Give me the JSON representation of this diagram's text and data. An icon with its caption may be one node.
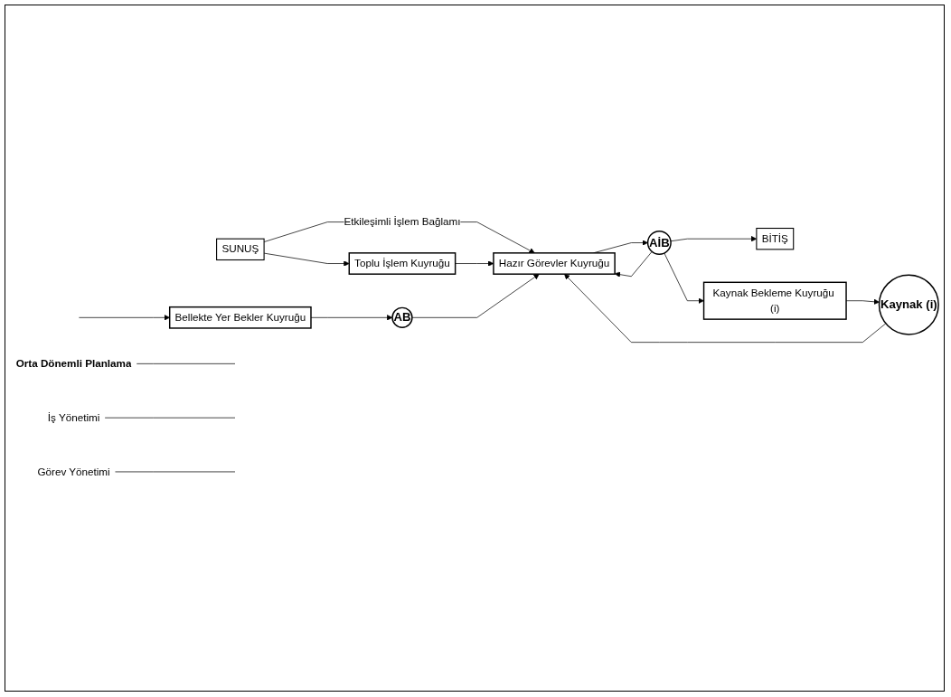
{
  "diagram": {
    "nodes": [
      {
        "text": [
          "SUNUŞ"
        ]
      },
      {
        "text": [
          "BİTİŞ"
        ]
      },
      {
        "text": [
          "Toplu İşlem Kuyruğu"
        ]
      },
      {
        "text": [
          "Orta Dönemli Planlama"
        ]
      },
      {
        "text": [
          "Bellekte Yer Bekler Kuyruğu"
        ]
      },
      {
        "text": [
          "AB"
        ]
      },
      {
        "text": [
          "Hazır Görevler Kuyruğu"
        ]
      },
      {
        "text": [
          "AİB"
        ]
      },
      {
        "text": [
          "Kaynak Bekleme Kuyruğu (i)"
        ]
      },
      {
        "text": [
          "Kaynak (i)"
        ]
      },
      {
        "text": [
          "İş Yönetimi"
        ]
      },
      {
        "text": [
          "Görev Yönetimi"
        ]
      }
    ],
    "edges": [
      {
        "from": 0,
        "to": 2,
        "arrow": "to"
      },
      {
        "from": 0,
        "to": 6,
        "label": "Etkileşimli İşlem Bağlamı",
        "arrow": "to"
      },
      {
        "from": 2,
        "to": 6,
        "arrow": "to"
      },
      {
        "from": null,
        "to": 4,
        "arrow": "to"
      },
      {
        "from": 4,
        "to": 5,
        "arrow": "to"
      },
      {
        "from": 3,
        "to": null,
        "arrow": "none"
      },
      {
        "from": 5,
        "to": 6,
        "arrow": "to"
      },
      {
        "from": 6,
        "to": 7,
        "arrow": "to"
      },
      {
        "from": 7,
        "to": 1,
        "arrow": "to"
      },
      {
        "from": 7,
        "to": 6,
        "arrow": "to"
      },
      {
        "from": 7,
        "to": 8,
        "arrow": "to"
      },
      {
        "from": 8,
        "to": 9,
        "arrow": "to"
      },
      {
        "from": 9,
        "to": 6,
        "arrow": "to"
      },
      {
        "from": 10,
        "to": null,
        "arrow": "none"
      },
      {
        "from": 11,
        "to": null,
        "arrow": "none"
      }
    ]
  }
}
